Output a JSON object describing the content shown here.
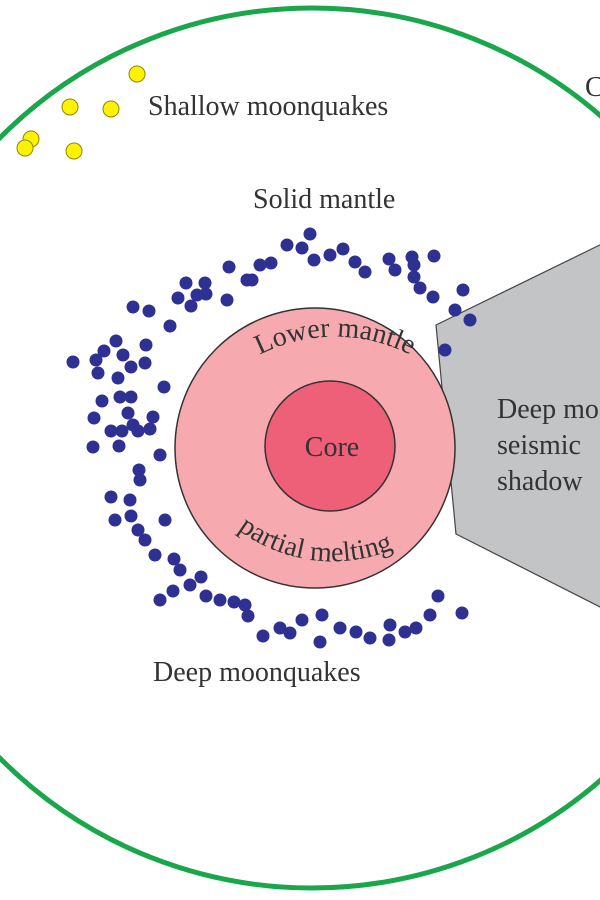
{
  "labels": {
    "crust_partial": "C",
    "shallow_moonquakes": "Shallow moonquakes",
    "solid_mantle": "Solid mantle",
    "lower_mantle": "Lower mantle",
    "core": "Core",
    "partial_melting": "partial melting",
    "deep_moonquakes": "Deep moonquakes",
    "shadow_line1": "Deep mo",
    "shadow_line2": "seismic",
    "shadow_line3": "shadow"
  },
  "colors": {
    "outer_ring": "#1aa64a",
    "lower_mantle_fill": "#f6aab0",
    "core_fill": "#ee5f78",
    "shadow_fill": "#c3c4c6",
    "deep_quake": "#2e3192",
    "shallow_quake": "#fff200",
    "text": "#333333"
  },
  "markers": {
    "shallow_moonquakes_count": 7,
    "deep_moonquakes_count": 97
  }
}
